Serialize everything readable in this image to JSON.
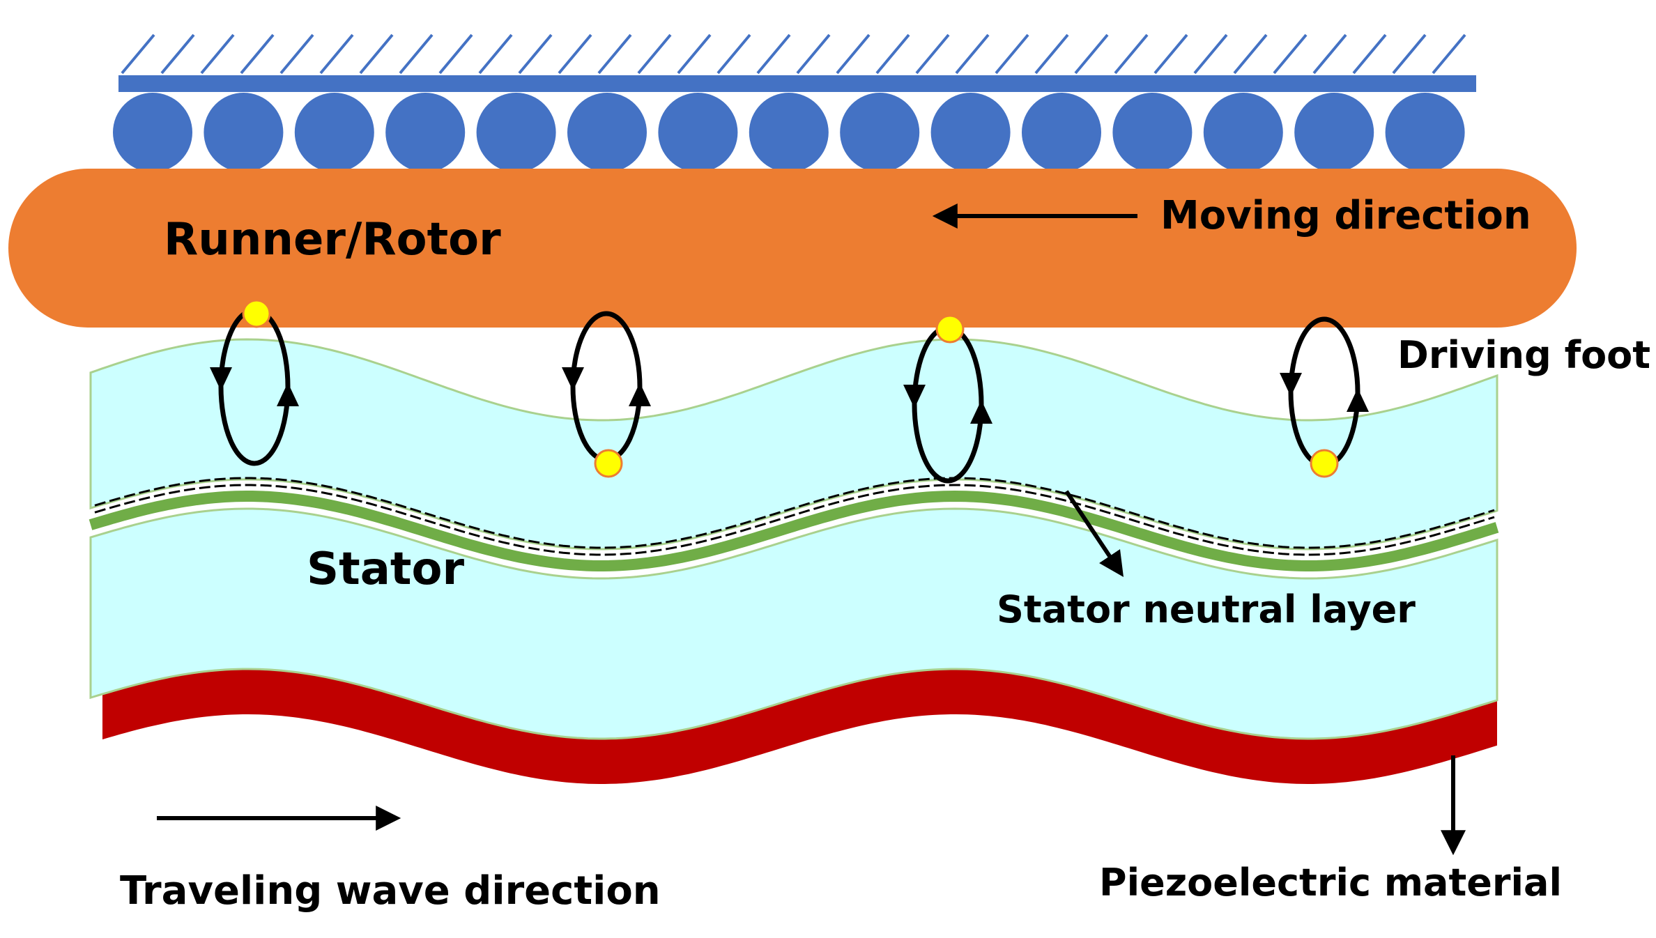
{
  "labels": {
    "runner": "Runner/Rotor",
    "moving": "Moving direction",
    "driving_foot": "Driving foot",
    "stator": "Stator",
    "neutral": "Stator neutral layer",
    "wave": "Traveling wave direction",
    "piezo": "Piezoelectric material"
  },
  "colors": {
    "ground": "#4472C4",
    "rotor": "#ED7D31",
    "stator_fill": "#CCFFFF",
    "stator_stroke": "#A9D18E",
    "neutral_layer": "#70AD47",
    "piezo": "#C00000",
    "contact_point": "#FFFF00",
    "contact_outline": "#ED7D31",
    "arrows": "#000000"
  }
}
